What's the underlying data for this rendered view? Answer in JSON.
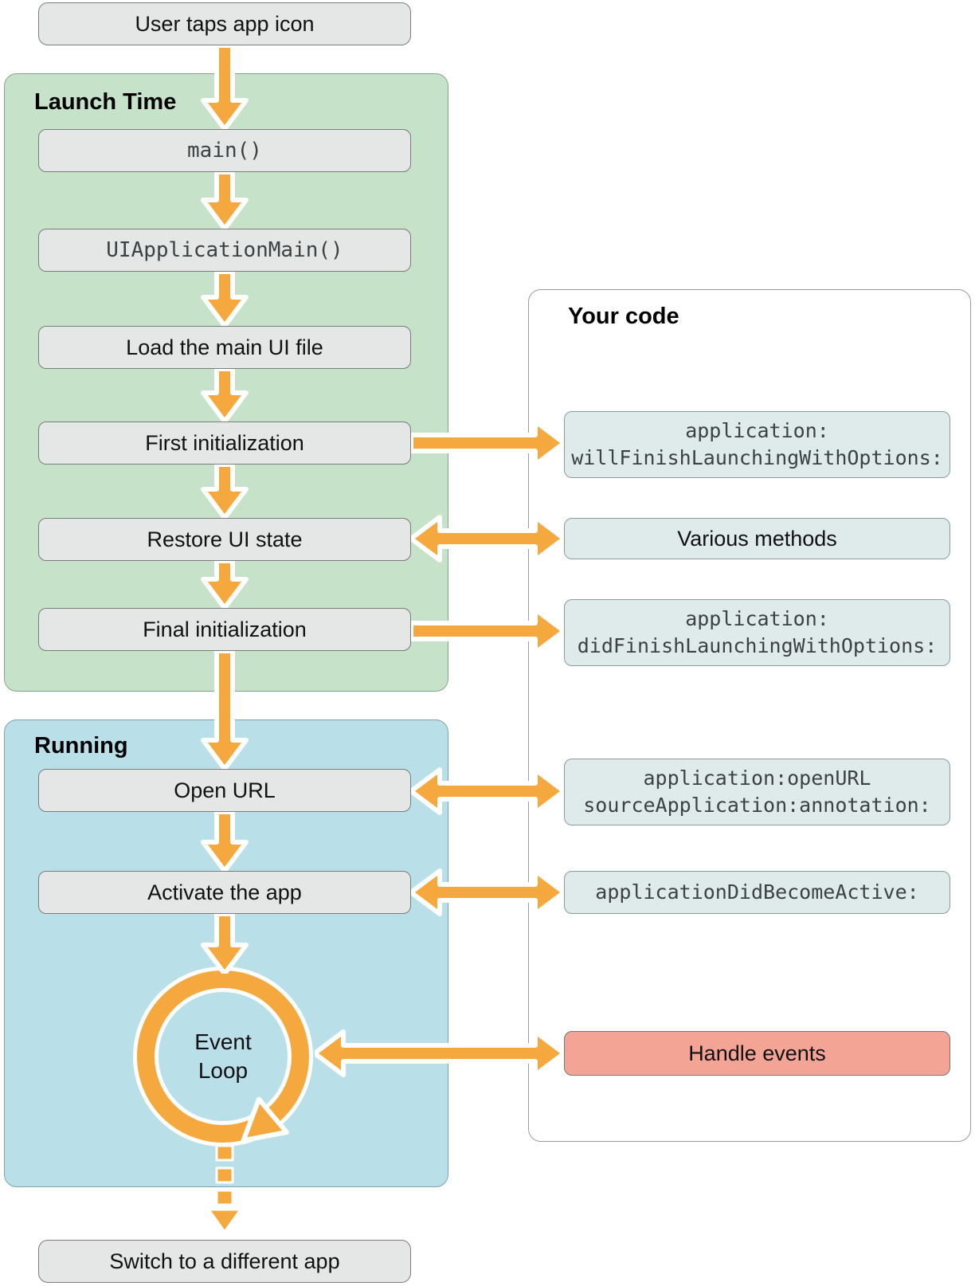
{
  "colors": {
    "arrow_orange": "#f5a83d",
    "launch_panel_green": "#c6e2c9",
    "running_panel_blue": "#b9dfe9",
    "process_box_gray": "#e5e6e6",
    "code_box_teal": "#dfebeb",
    "handle_events_salmon": "#f4a494"
  },
  "top_box": {
    "label": "User taps app icon"
  },
  "launch_time": {
    "title": "Launch Time",
    "steps": [
      "main()",
      "UIApplicationMain()",
      "Load the main UI file",
      "First initialization",
      "Restore UI state",
      "Final initialization"
    ]
  },
  "running": {
    "title": "Running",
    "steps": [
      "Open URL",
      "Activate the app"
    ],
    "event_loop": {
      "line1": "Event",
      "line2": "Loop"
    }
  },
  "your_code": {
    "title": "Your code",
    "boxes": [
      {
        "lines": [
          "application:",
          "willFinishLaunchingWithOptions:"
        ]
      },
      {
        "lines": [
          "Various methods"
        ]
      },
      {
        "lines": [
          "application:",
          "didFinishLaunchingWithOptions:"
        ]
      },
      {
        "lines": [
          "application:openURL",
          "sourceApplication:annotation:"
        ]
      },
      {
        "lines": [
          "applicationDidBecomeActive:"
        ]
      },
      {
        "lines": [
          "Handle events"
        ]
      }
    ]
  },
  "bottom_box": {
    "label": "Switch to a different app"
  }
}
